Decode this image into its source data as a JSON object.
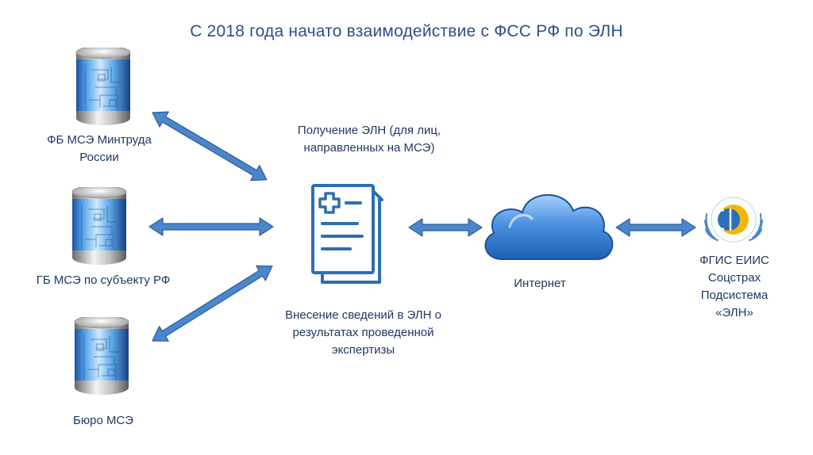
{
  "title": "С 2018 года начато взаимодействие с ФСС РФ по ЭЛН",
  "nodes": {
    "fb_mse": {
      "lines": [
        "ФБ МСЭ Минтруда",
        "России"
      ]
    },
    "gb_mse": {
      "lines": [
        "ГБ МСЭ по субъекту РФ"
      ]
    },
    "buro_mse": {
      "lines": [
        "Бюро МСЭ"
      ]
    },
    "internet": {
      "lines": [
        "Интернет"
      ]
    },
    "fgis": {
      "lines": [
        "ФГИС ЕИИС",
        "Соцстрах",
        "Подсистема",
        "«ЭЛН»"
      ]
    }
  },
  "annotations": {
    "receive": [
      "Получение ЭЛН (для лиц,",
      "направленных на МСЭ)"
    ],
    "submit": [
      "Внесение сведений в ЭЛН о",
      "результатах проведенной",
      "экспертизы"
    ]
  },
  "colors": {
    "arrow_fill": "#4a86c8",
    "arrow_stroke": "#2c5f9e",
    "document": "#2e6fae",
    "cloud": "#3f86d6",
    "title": "#2f4e8a"
  }
}
